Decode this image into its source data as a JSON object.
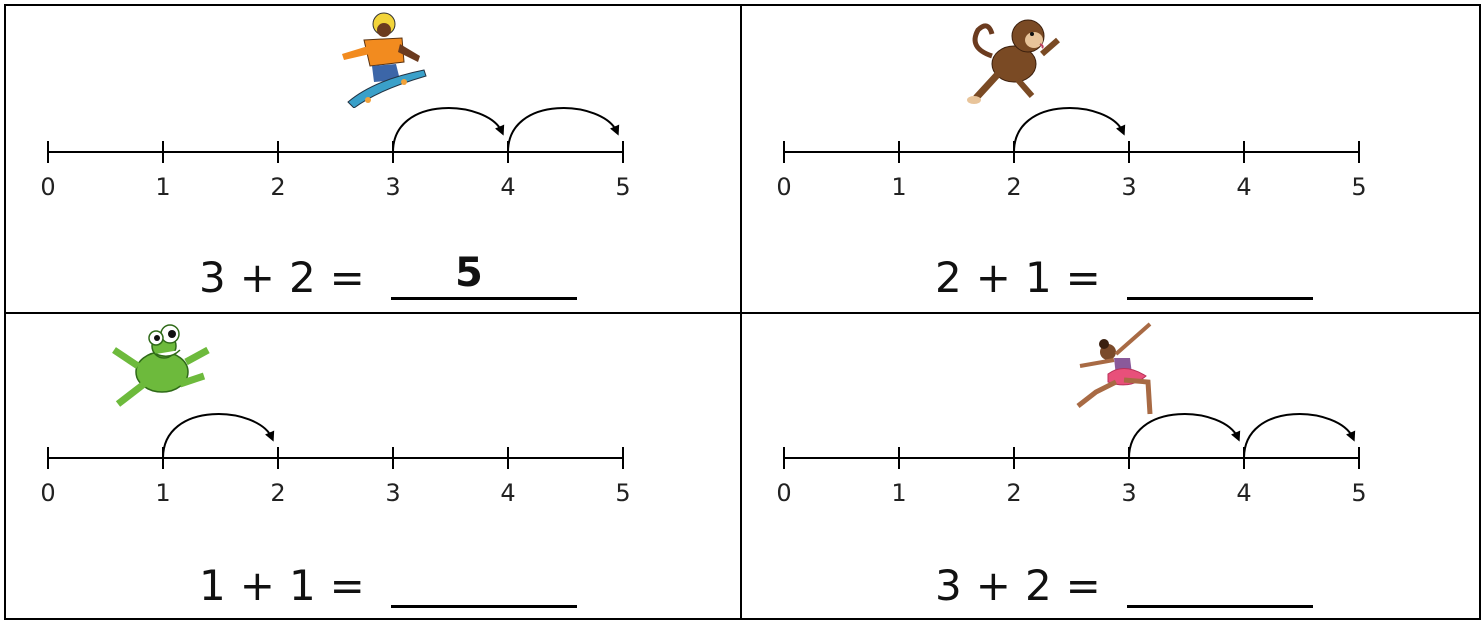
{
  "problems": [
    {
      "a": "3",
      "plus": "+",
      "b": "2",
      "equals": "=",
      "answer": "5",
      "ticks": [
        "0",
        "1",
        "2",
        "3",
        "4",
        "5"
      ],
      "hops": [
        [
          3,
          4
        ],
        [
          4,
          5
        ]
      ],
      "character": "skateboarder-icon"
    },
    {
      "a": "2",
      "plus": "+",
      "b": "1",
      "equals": "=",
      "answer": "",
      "ticks": [
        "0",
        "1",
        "2",
        "3",
        "4",
        "5"
      ],
      "hops": [
        [
          2,
          3
        ]
      ],
      "character": "monkey-icon"
    },
    {
      "a": "1",
      "plus": "+",
      "b": "1",
      "equals": "=",
      "answer": "",
      "ticks": [
        "0",
        "1",
        "2",
        "3",
        "4",
        "5"
      ],
      "hops": [
        [
          1,
          2
        ]
      ],
      "character": "frog-icon"
    },
    {
      "a": "3",
      "plus": "+",
      "b": "2",
      "equals": "=",
      "answer": "",
      "ticks": [
        "0",
        "1",
        "2",
        "3",
        "4",
        "5"
      ],
      "hops": [
        [
          3,
          4
        ],
        [
          4,
          5
        ]
      ],
      "character": "ballerina-icon"
    }
  ]
}
